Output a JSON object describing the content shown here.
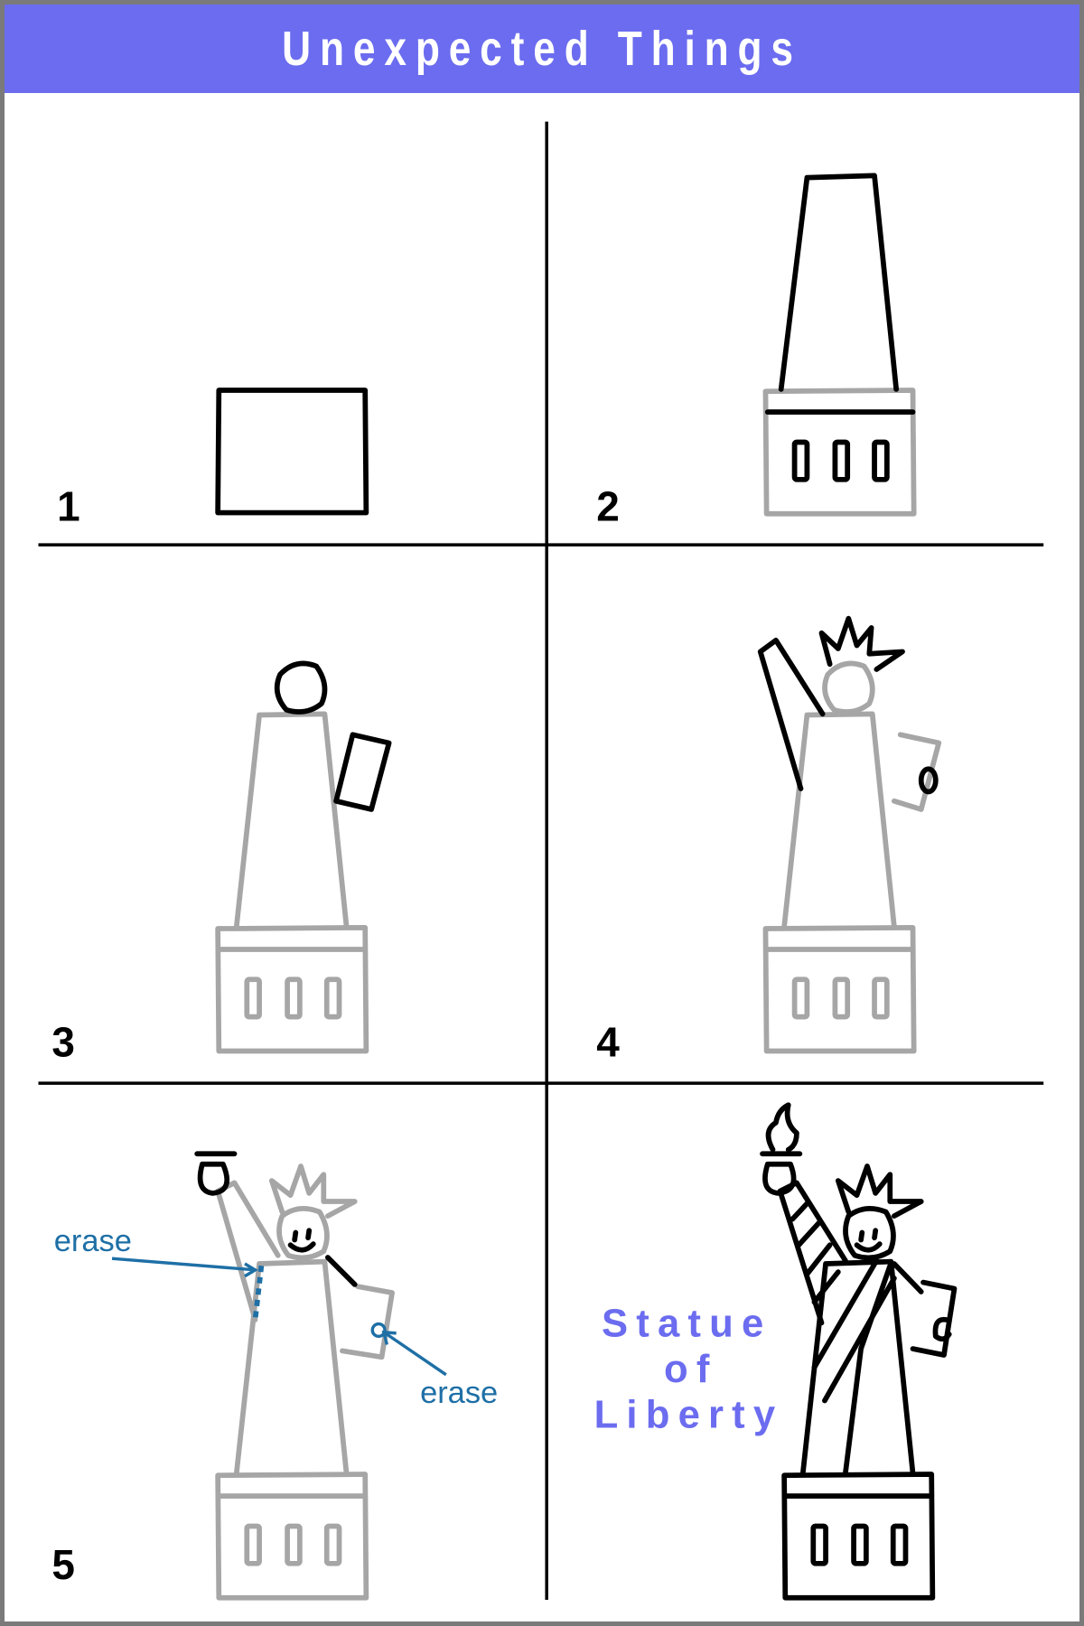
{
  "header": {
    "title": "Unexpected Things"
  },
  "steps": [
    {
      "number": "1"
    },
    {
      "number": "2"
    },
    {
      "number": "3"
    },
    {
      "number": "4"
    },
    {
      "number": "5"
    }
  ],
  "annotations": {
    "erase_left": "erase",
    "erase_right": "erase"
  },
  "final_label": {
    "line1": "Statue",
    "line2": "of",
    "line3": "Liberty"
  },
  "colors": {
    "accent": "#6b6cef",
    "annotation": "#1e6fa6",
    "guide": "#a6a6a6",
    "ink": "#000000"
  }
}
